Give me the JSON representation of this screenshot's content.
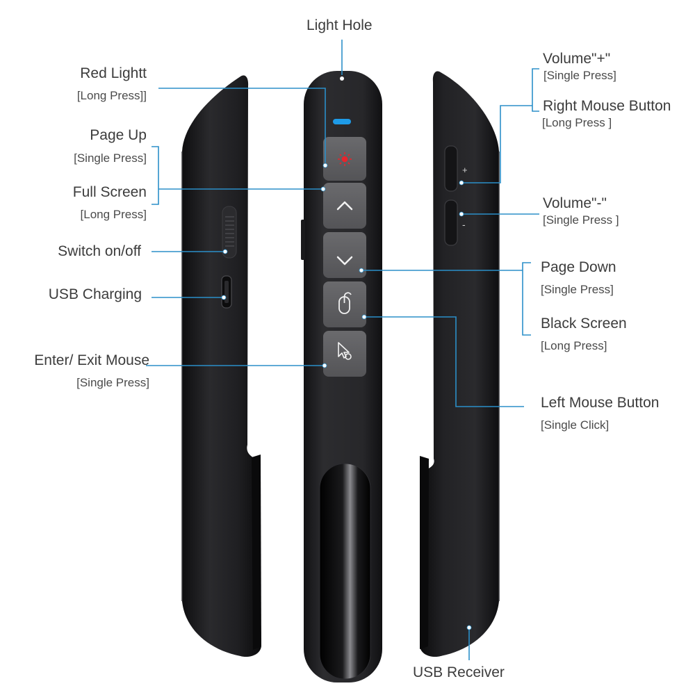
{
  "labels": {
    "light_hole": "Light Hole",
    "red_light": "Red Lightt",
    "red_light_sub": "[Long Press]]",
    "page_up": "Page Up",
    "page_up_sub": "[Single  Press]",
    "full_screen": "Full Screen",
    "full_screen_sub": "[Long Press]",
    "switch": "Switch on/off",
    "usb_charging": "USB Charging",
    "enter_exit_mouse": "Enter/ Exit Mouse",
    "enter_exit_mouse_sub": "[Single Press]",
    "volume_plus": "Volume\"+\"",
    "volume_plus_sub": "[Single Press]",
    "right_mouse": "Right Mouse Button",
    "right_mouse_sub": "[Long Press ]",
    "volume_minus": "Volume\"-\"",
    "volume_minus_sub": "[Single Press ]",
    "page_down": "Page Down",
    "page_down_sub": "[Single  Press]",
    "black_screen": "Black Screen",
    "black_screen_sub": "[Long Press]",
    "left_mouse": "Left Mouse Button",
    "left_mouse_sub": "[Single Click]",
    "usb_receiver": "USB  Receiver"
  },
  "side_marks": {
    "plus": "+",
    "minus": "-"
  },
  "colors": {
    "leader_line": "#2b8fc9",
    "device_body": "#1b1b1d",
    "button_face": "#5d5d60",
    "indicator_led": "#1e9be8",
    "laser_icon": "#e8242c"
  }
}
